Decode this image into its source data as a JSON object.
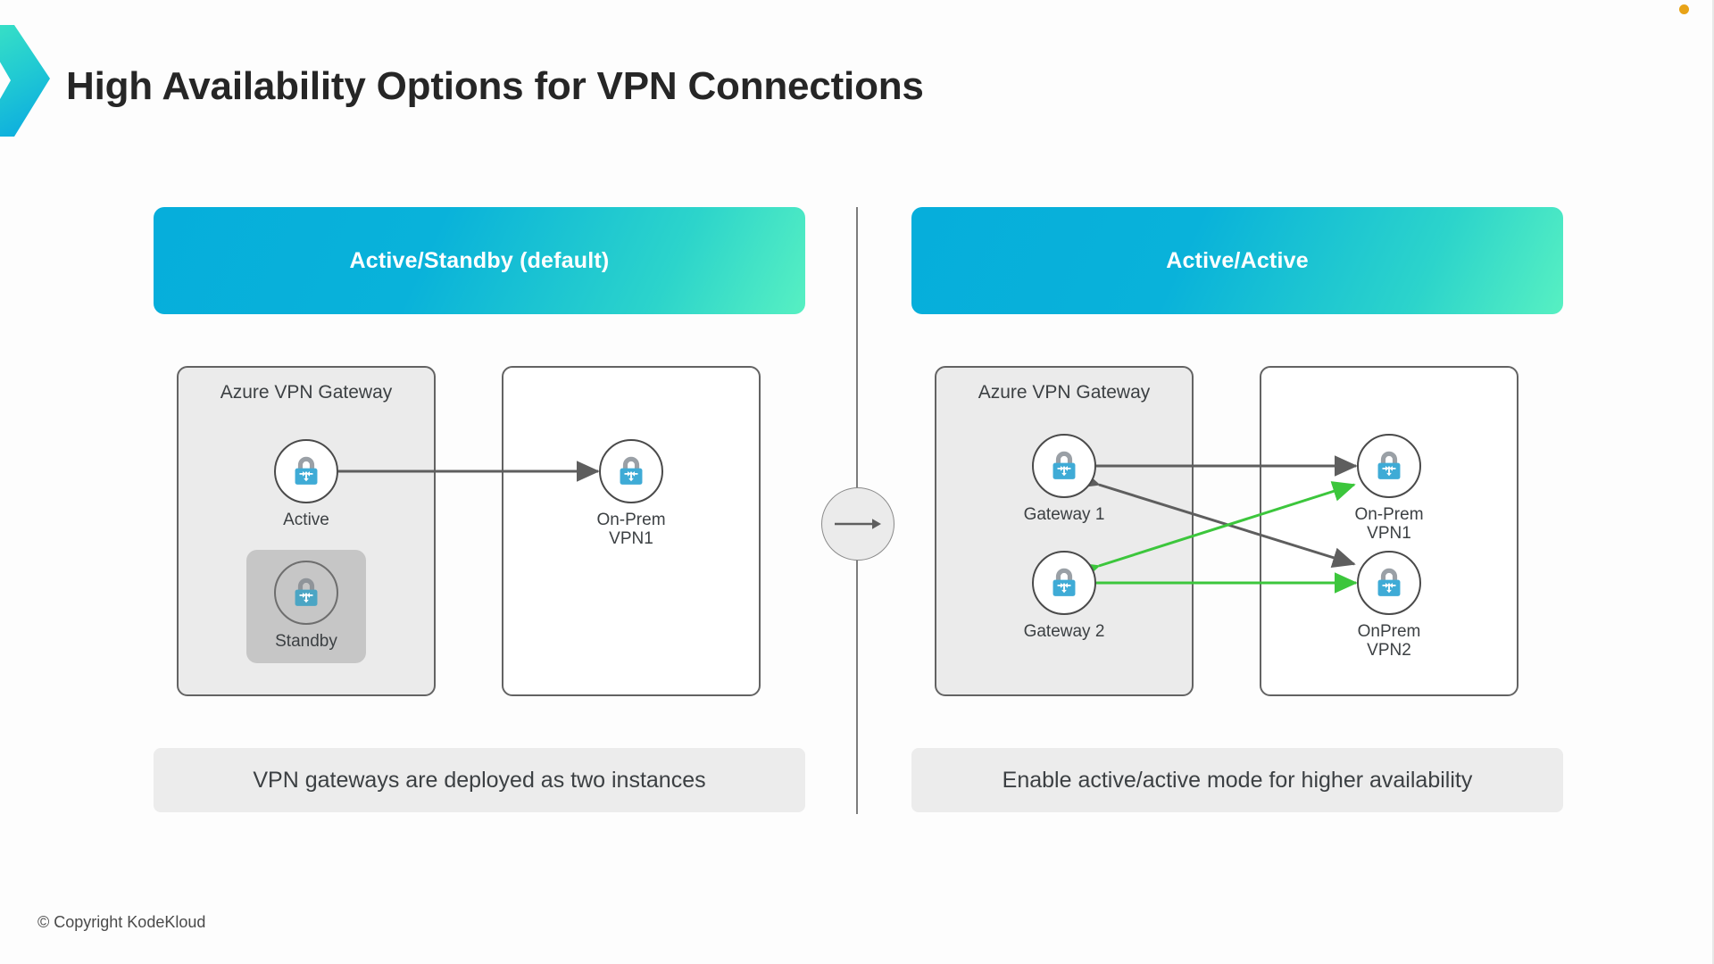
{
  "page": {
    "title": "High Availability Options for VPN Connections",
    "footer": "© Copyright KodeKloud",
    "brand_gradient_start": "#3BE3C4",
    "brand_gradient_end": "#12B4DB",
    "status_dot_color": "#e8a317"
  },
  "icons": {
    "brand_chevron": "chevron-right-logo",
    "status": "status-dot-icon",
    "node": "vpn-gateway-lock-icon",
    "divider": "arrow-right-icon"
  },
  "panels": [
    {
      "id": "active-standby",
      "header": "Active/Standby (default)",
      "zones": [
        {
          "id": "azure",
          "title": "Azure VPN Gateway"
        },
        {
          "id": "onprem",
          "title": ""
        }
      ],
      "nodes": [
        {
          "id": "active",
          "label": "Active",
          "zone": "azure",
          "dimmed": false,
          "boxed": false
        },
        {
          "id": "standby",
          "label": "Standby",
          "zone": "azure",
          "dimmed": true,
          "boxed": true
        },
        {
          "id": "onprem1",
          "label": "On-Prem\nVPN1",
          "zone": "onprem",
          "dimmed": false,
          "boxed": false
        }
      ],
      "connections": [
        {
          "from": "active",
          "to": "onprem1",
          "color": "#5e5e5e",
          "style": "double-arrow-horizontal"
        }
      ],
      "caption": "VPN gateways are deployed as two instances"
    },
    {
      "id": "active-active",
      "header": "Active/Active",
      "zones": [
        {
          "id": "azure",
          "title": "Azure VPN Gateway"
        },
        {
          "id": "onprem",
          "title": ""
        }
      ],
      "nodes": [
        {
          "id": "gw1",
          "label": "Gateway 1",
          "zone": "azure",
          "dimmed": false,
          "boxed": false
        },
        {
          "id": "gw2",
          "label": "Gateway 2",
          "zone": "azure",
          "dimmed": false,
          "boxed": false
        },
        {
          "id": "onprem1",
          "label": "On-Prem\nVPN1",
          "zone": "onprem",
          "dimmed": false,
          "boxed": false
        },
        {
          "id": "onprem2",
          "label": "OnPrem\nVPN2",
          "zone": "onprem",
          "dimmed": false,
          "boxed": false
        }
      ],
      "connections": [
        {
          "from": "gw1",
          "to": "onprem1",
          "color": "#5e5e5e",
          "style": "double-arrow-horizontal"
        },
        {
          "from": "gw1",
          "to": "onprem2",
          "color": "#5e5e5e",
          "style": "double-arrow-diagonal"
        },
        {
          "from": "gw2",
          "to": "onprem1",
          "color": "#3cc63c",
          "style": "double-arrow-diagonal"
        },
        {
          "from": "gw2",
          "to": "onprem2",
          "color": "#3cc63c",
          "style": "double-arrow-horizontal"
        }
      ],
      "caption": "Enable active/active mode for higher availability"
    }
  ]
}
